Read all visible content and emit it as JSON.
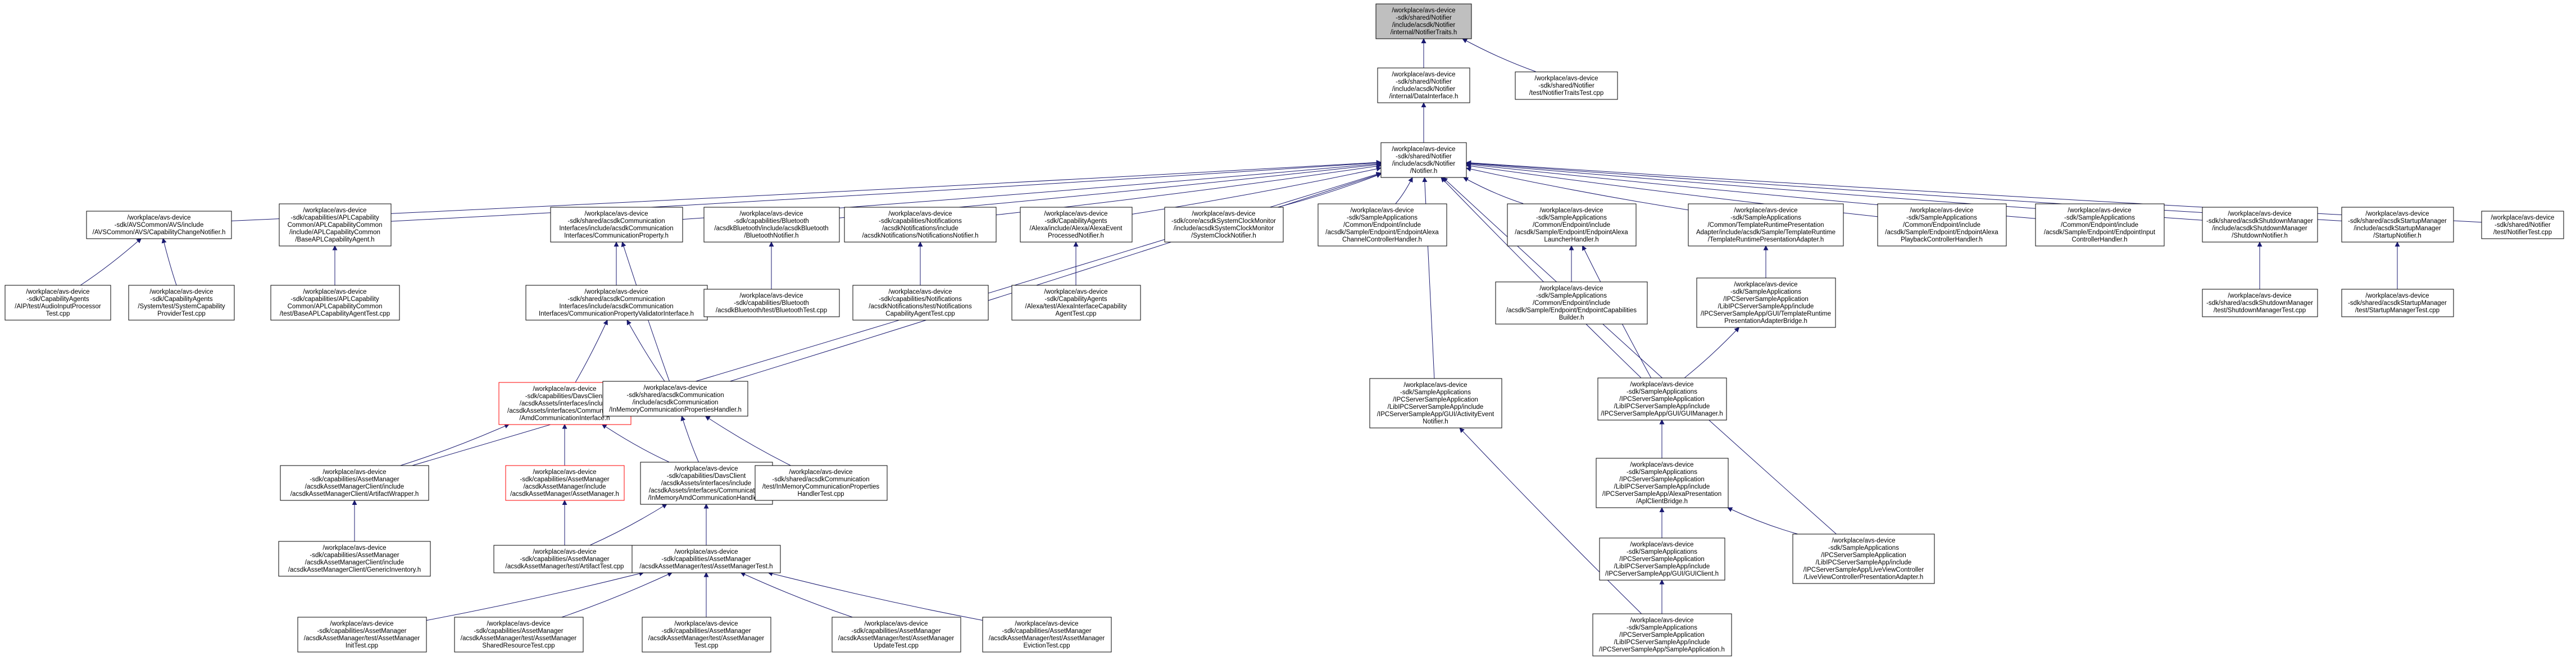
{
  "diagram": {
    "title": "",
    "nodes": [
      {
        "id": "n0",
        "lines": [
          "/workplace/avs-device",
          "-sdk/shared/Notifier",
          "/include/acsdk/Notifier",
          "/internal/NotifierTraits.h"
        ],
        "style": "root"
      },
      {
        "id": "n1",
        "lines": [
          "/workplace/avs-device",
          "-sdk/shared/Notifier",
          "/include/acsdk/Notifier",
          "/internal/DataInterface.h"
        ],
        "style": "normal"
      },
      {
        "id": "n2",
        "lines": [
          "/workplace/avs-device",
          "-sdk/shared/Notifier",
          "/test/NotifierTraitsTest.cpp"
        ],
        "style": "normal"
      },
      {
        "id": "n3",
        "lines": [
          "/workplace/avs-device",
          "-sdk/shared/Notifier",
          "/include/acsdk/Notifier",
          "/Notifier.h"
        ],
        "style": "normal"
      },
      {
        "id": "n4",
        "lines": [
          "/workplace/avs-device",
          "-sdk/AVSCommon/AVS/include",
          "/AVSCommon/AVS/CapabilityChangeNotifier.h"
        ],
        "style": "normal"
      },
      {
        "id": "n5",
        "lines": [
          "/workplace/avs-device",
          "-sdk/capabilities/APLCapability",
          "Common/APLCapabilityCommon",
          "/include/APLCapabilityCommon",
          "/BaseAPLCapabilityAgent.h"
        ],
        "style": "normal"
      },
      {
        "id": "n6",
        "lines": [
          "/workplace/avs-device",
          "-sdk/shared/acsdkCommunication",
          "Interfaces/include/acsdkCommunication",
          "Interfaces/CommunicationProperty.h"
        ],
        "style": "normal"
      },
      {
        "id": "n7",
        "lines": [
          "/workplace/avs-device",
          "-sdk/capabilities/Bluetooth",
          "/acsdkBluetooth/include/acsdkBluetooth",
          "/BluetoothNotifier.h"
        ],
        "style": "normal"
      },
      {
        "id": "n8",
        "lines": [
          "/workplace/avs-device",
          "-sdk/capabilities/Notifications",
          "/acsdkNotifications/include",
          "/acsdkNotifications/NotificationsNotifier.h"
        ],
        "style": "normal"
      },
      {
        "id": "n9",
        "lines": [
          "/workplace/avs-device",
          "-sdk/CapabilityAgents",
          "/Alexa/include/Alexa/AlexaEvent",
          "ProcessedNotifier.h"
        ],
        "style": "normal"
      },
      {
        "id": "n10",
        "lines": [
          "/workplace/avs-device",
          "-sdk/core/acsdkSystemClockMonitor",
          "/include/acsdkSystemClockMonitor",
          "/SystemClockNotifier.h"
        ],
        "style": "normal"
      },
      {
        "id": "n11",
        "lines": [
          "/workplace/avs-device",
          "-sdk/SampleApplications",
          "/Common/Endpoint/include",
          "/acsdk/Sample/Endpoint/EndpointAlexa",
          "ChannelControllerHandler.h"
        ],
        "style": "normal"
      },
      {
        "id": "n12",
        "lines": [
          "/workplace/avs-device",
          "-sdk/SampleApplications",
          "/Common/Endpoint/include",
          "/acsdk/Sample/Endpoint/EndpointAlexa",
          "LauncherHandler.h"
        ],
        "style": "normal"
      },
      {
        "id": "n13",
        "lines": [
          "/workplace/avs-device",
          "-sdk/SampleApplications",
          "/Common/TemplateRuntimePresentation",
          "Adapter/include/acsdk/Sample/TemplateRuntime",
          "/TemplateRuntimePresentationAdapter.h"
        ],
        "style": "normal"
      },
      {
        "id": "n14",
        "lines": [
          "/workplace/avs-device",
          "-sdk/SampleApplications",
          "/Common/Endpoint/include",
          "/acsdk/Sample/Endpoint/EndpointAlexa",
          "PlaybackControllerHandler.h"
        ],
        "style": "normal"
      },
      {
        "id": "n15",
        "lines": [
          "/workplace/avs-device",
          "-sdk/SampleApplications",
          "/Common/Endpoint/include",
          "/acsdk/Sample/Endpoint/EndpointInput",
          "ControllerHandler.h"
        ],
        "style": "normal"
      },
      {
        "id": "n16",
        "lines": [
          "/workplace/avs-device",
          "-sdk/shared/acsdkShutdownManager",
          "/include/acsdkShutdownManager",
          "/ShutdownNotifier.h"
        ],
        "style": "normal"
      },
      {
        "id": "n17",
        "lines": [
          "/workplace/avs-device",
          "-sdk/shared/acsdkStartupManager",
          "/include/acsdkStartupManager",
          "/StartupNotifier.h"
        ],
        "style": "normal"
      },
      {
        "id": "n18",
        "lines": [
          "/workplace/avs-device",
          "-sdk/shared/Notifier",
          "/test/NotifierTest.cpp"
        ],
        "style": "normal"
      },
      {
        "id": "n19",
        "lines": [
          "/workplace/avs-device",
          "-sdk/CapabilityAgents",
          "/AIP/test/AudioInputProcessor",
          "Test.cpp"
        ],
        "style": "normal"
      },
      {
        "id": "n20",
        "lines": [
          "/workplace/avs-device",
          "-sdk/CapabilityAgents",
          "/System/test/SystemCapability",
          "ProviderTest.cpp"
        ],
        "style": "normal"
      },
      {
        "id": "n21",
        "lines": [
          "/workplace/avs-device",
          "-sdk/capabilities/APLCapability",
          "Common/APLCapabilityCommon",
          "/test/BaseAPLCapabilityAgentTest.cpp"
        ],
        "style": "normal"
      },
      {
        "id": "n22",
        "lines": [
          "/workplace/avs-device",
          "-sdk/shared/acsdkCommunication",
          "Interfaces/include/acsdkCommunication",
          "Interfaces/CommunicationPropertyValidatorInterface.h"
        ],
        "style": "normal"
      },
      {
        "id": "n23",
        "lines": [
          "/workplace/avs-device",
          "-sdk/capabilities/Bluetooth",
          "/acsdkBluetooth/test/BluetoothTest.cpp"
        ],
        "style": "normal"
      },
      {
        "id": "n24",
        "lines": [
          "/workplace/avs-device",
          "-sdk/capabilities/Notifications",
          "/acsdkNotifications/test/Notifications",
          "CapabilityAgentTest.cpp"
        ],
        "style": "normal"
      },
      {
        "id": "n25",
        "lines": [
          "/workplace/avs-device",
          "-sdk/CapabilityAgents",
          "/Alexa/test/AlexaInterfaceCapability",
          "AgentTest.cpp"
        ],
        "style": "normal"
      },
      {
        "id": "n26",
        "lines": [
          "/workplace/avs-device",
          "-sdk/SampleApplications",
          "/Common/Endpoint/include",
          "/acsdk/Sample/Endpoint/EndpointCapabilities",
          "Builder.h"
        ],
        "style": "normal"
      },
      {
        "id": "n27",
        "lines": [
          "/workplace/avs-device",
          "-sdk/SampleApplications",
          "/IPCServerSampleApplication",
          "/LibIPCServerSampleApp/include",
          "/IPCServerSampleApp/GUI/TemplateRuntime",
          "PresentationAdapterBridge.h"
        ],
        "style": "normal"
      },
      {
        "id": "n28",
        "lines": [
          "/workplace/avs-device",
          "-sdk/capabilities/DavsClient",
          "/acsdkAssets/interfaces/include",
          "/acsdkAssets/interfaces/Communication",
          "/AmdCommunicationInterface.h"
        ],
        "style": "red"
      },
      {
        "id": "n29",
        "lines": [
          "/workplace/avs-device",
          "-sdk/shared/acsdkCommunication",
          "/include/acsdkCommunication",
          "/InMemoryCommunicationPropertiesHandler.h"
        ],
        "style": "normal"
      },
      {
        "id": "n30",
        "lines": [
          "/workplace/avs-device",
          "-sdk/SampleApplications",
          "/IPCServerSampleApplication",
          "/LibIPCServerSampleApp/include",
          "/IPCServerSampleApp/GUI/ActivityEvent",
          "Notifier.h"
        ],
        "style": "normal"
      },
      {
        "id": "n31",
        "lines": [
          "/workplace/avs-device",
          "-sdk/SampleApplications",
          "/IPCServerSampleApplication",
          "/LibIPCServerSampleApp/include",
          "/IPCServerSampleApp/GUI/GUIManager.h"
        ],
        "style": "normal"
      },
      {
        "id": "n32",
        "lines": [
          "/workplace/avs-device",
          "-sdk/capabilities/AssetManager",
          "/acsdkAssetManagerClient/include",
          "/acsdkAssetManagerClient/ArtifactWrapper.h"
        ],
        "style": "normal"
      },
      {
        "id": "n33",
        "lines": [
          "/workplace/avs-device",
          "-sdk/capabilities/AssetManager",
          "/acsdkAssetManager/include",
          "/acsdkAssetManager/AssetManager.h"
        ],
        "style": "red"
      },
      {
        "id": "n34",
        "lines": [
          "/workplace/avs-device",
          "-sdk/capabilities/DavsClient",
          "/acsdkAssets/interfaces/include",
          "/acsdkAssets/interfaces/Communication",
          "/InMemoryAmdCommunicationHandler.h"
        ],
        "style": "normal"
      },
      {
        "id": "n35",
        "lines": [
          "/workplace/avs-device",
          "-sdk/shared/acsdkCommunication",
          "/test/InMemoryCommunicationProperties",
          "HandlerTest.cpp"
        ],
        "style": "normal"
      },
      {
        "id": "n36",
        "lines": [
          "/workplace/avs-device",
          "-sdk/SampleApplications",
          "/IPCServerSampleApplication",
          "/LibIPCServerSampleApp/include",
          "/IPCServerSampleApp/AlexaPresentation",
          "/AplClientBridge.h"
        ],
        "style": "normal"
      },
      {
        "id": "n37",
        "lines": [
          "/workplace/avs-device",
          "-sdk/capabilities/AssetManager",
          "/acsdkAssetManagerClient/include",
          "/acsdkAssetManagerClient/GenericInventory.h"
        ],
        "style": "normal"
      },
      {
        "id": "n38",
        "lines": [
          "/workplace/avs-device",
          "-sdk/capabilities/AssetManager",
          "/acsdkAssetManager/test/ArtifactTest.cpp"
        ],
        "style": "normal"
      },
      {
        "id": "n39",
        "lines": [
          "/workplace/avs-device",
          "-sdk/capabilities/AssetManager",
          "/acsdkAssetManager/test/AssetManagerTest.h"
        ],
        "style": "normal"
      },
      {
        "id": "n40",
        "lines": [
          "/workplace/avs-device",
          "-sdk/SampleApplications",
          "/IPCServerSampleApplication",
          "/LibIPCServerSampleApp/include",
          "/IPCServerSampleApp/GUI/GUIClient.h"
        ],
        "style": "normal"
      },
      {
        "id": "n41",
        "lines": [
          "/workplace/avs-device",
          "-sdk/SampleApplications",
          "/IPCServerSampleApplication",
          "/LibIPCServerSampleApp/include",
          "/IPCServerSampleApp/LiveViewController",
          "/LiveViewControllerPresentationAdapter.h"
        ],
        "style": "normal"
      },
      {
        "id": "n42",
        "lines": [
          "/workplace/avs-device",
          "-sdk/capabilities/AssetManager",
          "/acsdkAssetManager/test/AssetManager",
          "InitTest.cpp"
        ],
        "style": "normal"
      },
      {
        "id": "n43",
        "lines": [
          "/workplace/avs-device",
          "-sdk/capabilities/AssetManager",
          "/acsdkAssetManager/test/AssetManager",
          "SharedResourceTest.cpp"
        ],
        "style": "normal"
      },
      {
        "id": "n44",
        "lines": [
          "/workplace/avs-device",
          "-sdk/capabilities/AssetManager",
          "/acsdkAssetManager/test/AssetManager",
          "Test.cpp"
        ],
        "style": "normal"
      },
      {
        "id": "n45",
        "lines": [
          "/workplace/avs-device",
          "-sdk/capabilities/AssetManager",
          "/acsdkAssetManager/test/AssetManager",
          "UpdateTest.cpp"
        ],
        "style": "normal"
      },
      {
        "id": "n46",
        "lines": [
          "/workplace/avs-device",
          "-sdk/capabilities/AssetManager",
          "/acsdkAssetManager/test/AssetManager",
          "EvictionTest.cpp"
        ],
        "style": "normal"
      },
      {
        "id": "n47",
        "lines": [
          "/workplace/avs-device",
          "-sdk/SampleApplications",
          "/IPCServerSampleApplication",
          "/LibIPCServerSampleApp/include",
          "/IPCServerSampleApp/SampleApplication.h"
        ],
        "style": "normal"
      }
    ],
    "edges": [
      [
        "n1",
        "n0"
      ],
      [
        "n2",
        "n0"
      ],
      [
        "n3",
        "n0"
      ],
      [
        "n3",
        "n1"
      ],
      [
        "n4",
        "n3"
      ],
      [
        "n5",
        "n3"
      ],
      [
        "n6",
        "n3"
      ],
      [
        "n7",
        "n3"
      ],
      [
        "n8",
        "n3"
      ],
      [
        "n9",
        "n3"
      ],
      [
        "n10",
        "n3"
      ],
      [
        "n11",
        "n3"
      ],
      [
        "n12",
        "n3"
      ],
      [
        "n13",
        "n3"
      ],
      [
        "n14",
        "n3"
      ],
      [
        "n15",
        "n3"
      ],
      [
        "n16",
        "n3"
      ],
      [
        "n17",
        "n3"
      ],
      [
        "n18",
        "n3"
      ],
      [
        "n29",
        "n3"
      ],
      [
        "n30",
        "n3"
      ],
      [
        "n31",
        "n3"
      ],
      [
        "n32",
        "n3"
      ],
      [
        "n41",
        "n3"
      ],
      [
        "n19",
        "n4"
      ],
      [
        "n20",
        "n4"
      ],
      [
        "n21",
        "n5"
      ],
      [
        "n22",
        "n6"
      ],
      [
        "n29",
        "n6"
      ],
      [
        "n28",
        "n22"
      ],
      [
        "n29",
        "n22"
      ],
      [
        "n23",
        "n7"
      ],
      [
        "n24",
        "n8"
      ],
      [
        "n25",
        "n9"
      ],
      [
        "n26",
        "n12"
      ],
      [
        "n31",
        "n12"
      ],
      [
        "n27",
        "n13"
      ],
      [
        "n31",
        "n27"
      ],
      [
        "n32",
        "n28"
      ],
      [
        "n33",
        "n28"
      ],
      [
        "n34",
        "n28"
      ],
      [
        "n34",
        "n29"
      ],
      [
        "n35",
        "n29"
      ],
      [
        "n37",
        "n32"
      ],
      [
        "n38",
        "n33"
      ],
      [
        "n38",
        "n34"
      ],
      [
        "n39",
        "n34"
      ],
      [
        "n42",
        "n39"
      ],
      [
        "n43",
        "n39"
      ],
      [
        "n44",
        "n39"
      ],
      [
        "n45",
        "n39"
      ],
      [
        "n46",
        "n39"
      ],
      [
        "n36",
        "n31"
      ],
      [
        "n47",
        "n31"
      ],
      [
        "n40",
        "n36"
      ],
      [
        "n41",
        "n36"
      ],
      [
        "n47",
        "n40"
      ],
      [
        "n47",
        "n30"
      ],
      [
        "n16x",
        "n16"
      ],
      [
        "n17x",
        "n17"
      ]
    ],
    "extra_nodes": [
      {
        "id": "n16x",
        "lines": [
          "/workplace/avs-device",
          "-sdk/shared/acsdkShutdownManager",
          "/test/ShutdownManagerTest.cpp"
        ],
        "style": "normal"
      },
      {
        "id": "n17x",
        "lines": [
          "/workplace/avs-device",
          "-sdk/shared/acsdkStartupManager",
          "/test/StartupManagerTest.cpp"
        ],
        "style": "normal"
      }
    ],
    "colors": {
      "edge": "#191970",
      "node_border": "#000000",
      "node_fill": "#ffffff",
      "root_fill": "#bfbfbf",
      "red_border": "#ff0000"
    }
  }
}
